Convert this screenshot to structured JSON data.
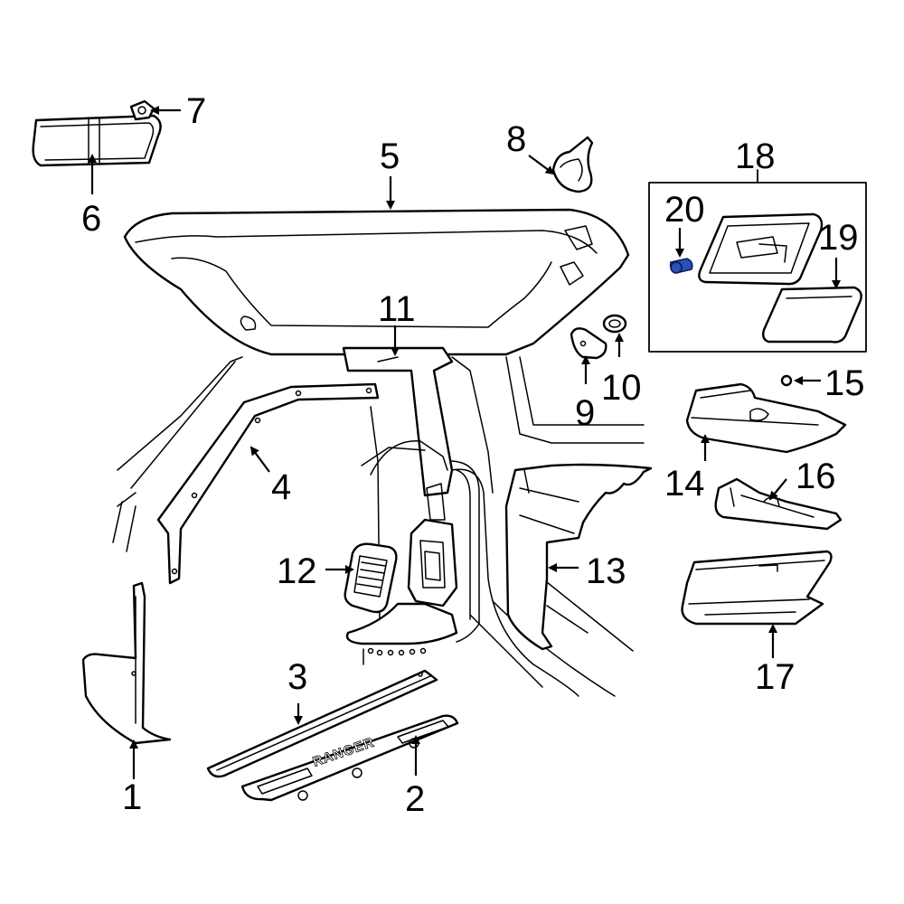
{
  "diagram": {
    "callouts": [
      "1",
      "2",
      "3",
      "4",
      "5",
      "6",
      "7",
      "8",
      "9",
      "10",
      "11",
      "12",
      "13",
      "14",
      "15",
      "16",
      "17",
      "18",
      "19",
      "20"
    ],
    "sill_plate_brand": "RANGER",
    "highlight_color": "#2a4fb5"
  }
}
